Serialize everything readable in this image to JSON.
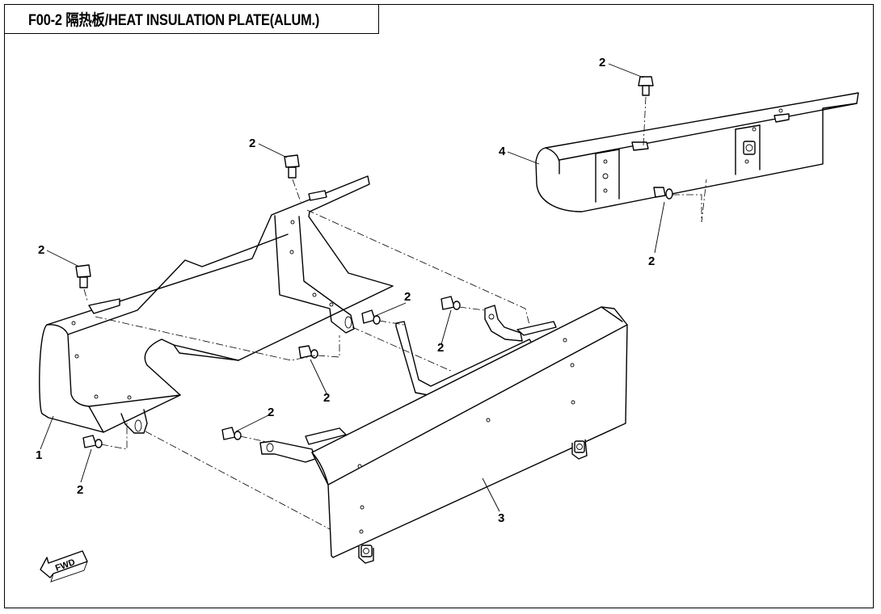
{
  "title": "F00-2 隔热板/HEAT INSULATION PLATE(ALUM.)",
  "callouts": {
    "c1": "1",
    "c2a": "2",
    "c2b": "2",
    "c2c": "2",
    "c2d": "2",
    "c2e": "2",
    "c2f": "2",
    "c2g": "2",
    "c2h": "2",
    "c2i": "2",
    "c3": "3",
    "c4": "4"
  },
  "fwd_label": "FWD"
}
